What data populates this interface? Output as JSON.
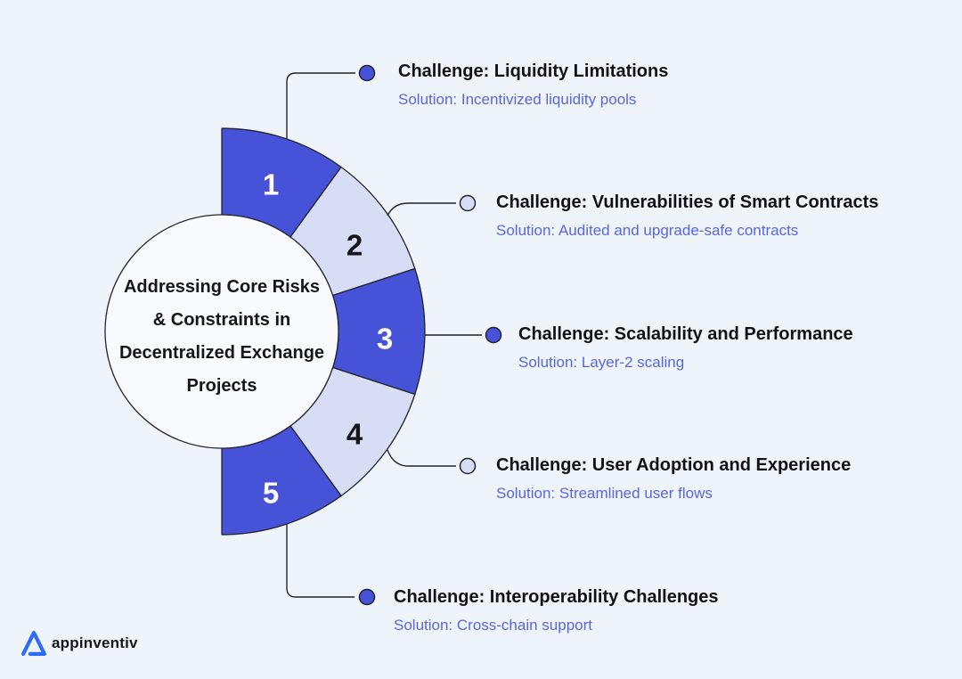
{
  "title": {
    "lines": "Addressing Core Risks & Constraints in Decentralized Exchange Projects"
  },
  "wheel": {
    "segments": [
      {
        "number": "1",
        "variant": "dark"
      },
      {
        "number": "2",
        "variant": "light"
      },
      {
        "number": "3",
        "variant": "dark"
      },
      {
        "number": "4",
        "variant": "light"
      },
      {
        "number": "5",
        "variant": "dark"
      }
    ],
    "colors": {
      "segment_dark": "#4653D8",
      "segment_light": "#D8DDF6",
      "outline": "#23232E",
      "hub_fill": "#F8FAFE",
      "background": "#EFF3FA"
    }
  },
  "items": [
    {
      "challenge": "Challenge: Liquidity Limitations",
      "solution": "Solution: Incentivized liquidity pools",
      "dot": "dark"
    },
    {
      "challenge": "Challenge: Vulnerabilities of Smart Contracts",
      "solution": "Solution: Audited and upgrade-safe contracts",
      "dot": "light"
    },
    {
      "challenge": "Challenge: Scalability and Performance",
      "solution": "Solution: Layer-2 scaling",
      "dot": "dark"
    },
    {
      "challenge": "Challenge: User Adoption and Experience",
      "solution": "Solution: Streamlined user flows",
      "dot": "light"
    },
    {
      "challenge": "Challenge: Interoperability Challenges",
      "solution": "Solution: Cross-chain support",
      "dot": "dark"
    }
  ],
  "text_colors": {
    "challenge": "#111218",
    "solution": "#5966E1"
  },
  "logo": {
    "text": "appinventiv",
    "mark_color": "#2E6BF6"
  }
}
